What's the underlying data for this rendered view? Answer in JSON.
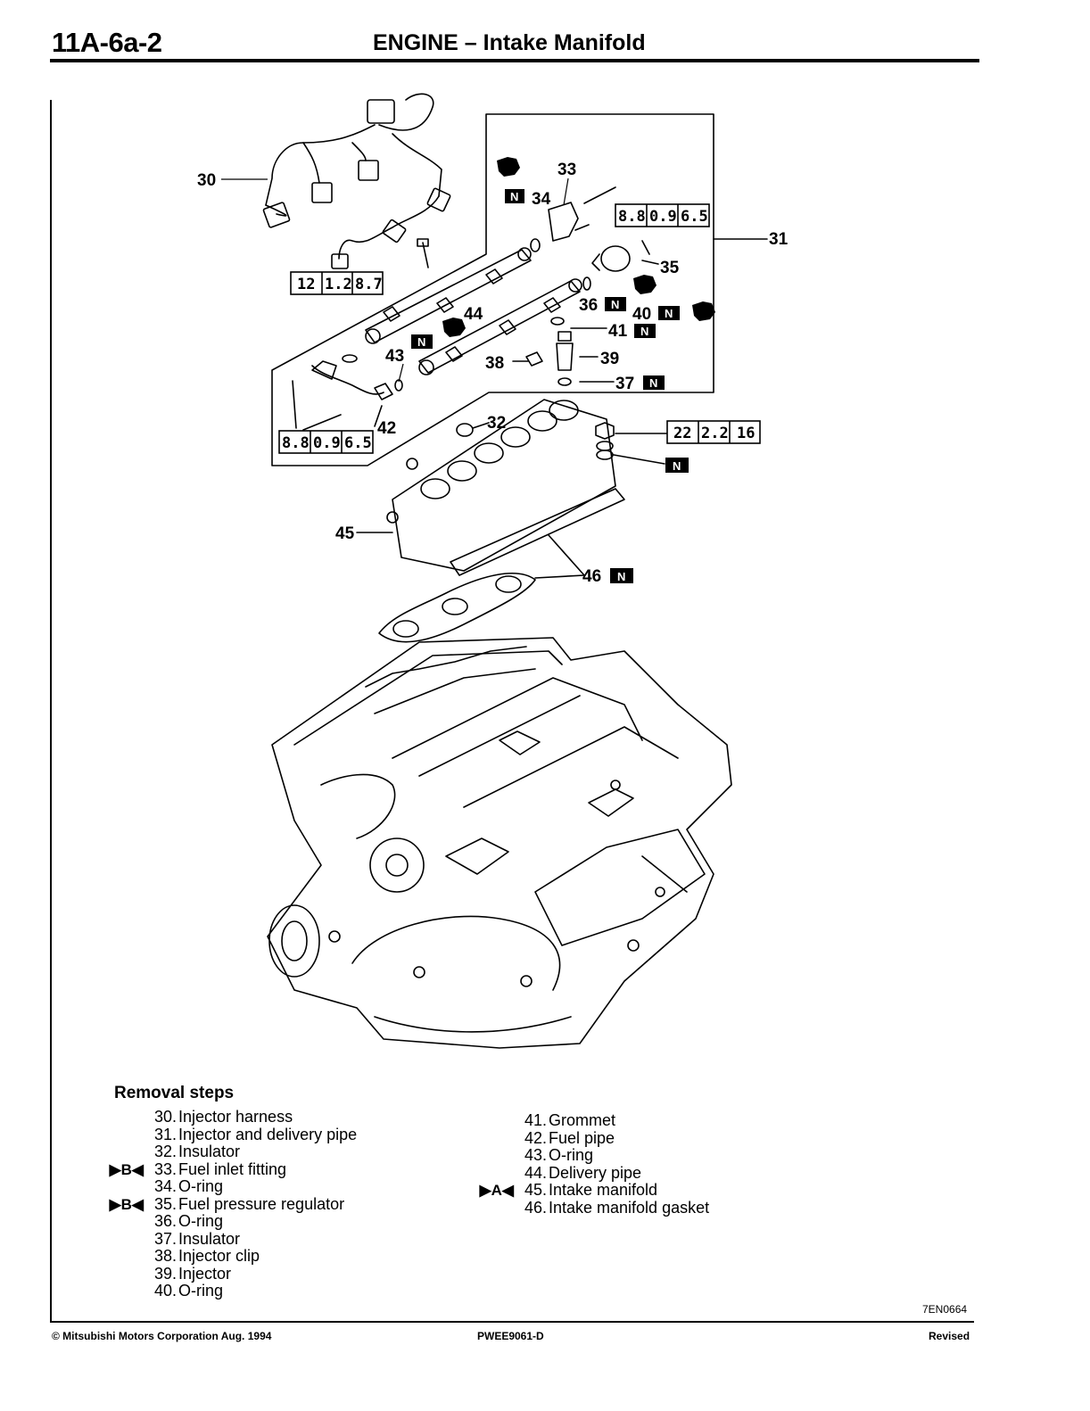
{
  "header": {
    "code": "11A-6a-2",
    "title": "ENGINE – Intake Manifold"
  },
  "diagram": {
    "callouts": [
      "30",
      "31",
      "32",
      "33",
      "34",
      "35",
      "36",
      "37",
      "38",
      "39",
      "40",
      "41",
      "42",
      "43",
      "44",
      "45",
      "46"
    ],
    "torque_specs": [
      {
        "nm": "8.8",
        "kgfm": "0.9",
        "ftlbs": "6.5"
      },
      {
        "nm": "12",
        "kgfm": "1.2",
        "ftlbs": "8.7"
      },
      {
        "nm": "8.8",
        "kgfm": "0.9",
        "ftlbs": "6.5"
      },
      {
        "nm": "22",
        "kgfm": "2.2",
        "ftlbs": "16"
      }
    ],
    "new_part_tag": "N",
    "illustration_code": "7EN0664"
  },
  "removal": {
    "heading": "Removal steps",
    "left": [
      {
        "mark": "",
        "num": "30.",
        "text": "Injector harness"
      },
      {
        "mark": "",
        "num": "31.",
        "text": "Injector and delivery pipe"
      },
      {
        "mark": "",
        "num": "32.",
        "text": "Insulator"
      },
      {
        "mark": "▶B◀",
        "num": "33.",
        "text": "Fuel inlet fitting"
      },
      {
        "mark": "",
        "num": "34.",
        "text": "O-ring"
      },
      {
        "mark": "▶B◀",
        "num": "35.",
        "text": "Fuel pressure regulator"
      },
      {
        "mark": "",
        "num": "36.",
        "text": "O-ring"
      },
      {
        "mark": "",
        "num": "37.",
        "text": "Insulator"
      },
      {
        "mark": "",
        "num": "38.",
        "text": "Injector clip"
      },
      {
        "mark": "",
        "num": "39.",
        "text": "Injector"
      },
      {
        "mark": "",
        "num": "40.",
        "text": "O-ring"
      }
    ],
    "right": [
      {
        "mark": "",
        "num": "41.",
        "text": "Grommet"
      },
      {
        "mark": "",
        "num": "42.",
        "text": "Fuel pipe"
      },
      {
        "mark": "",
        "num": "43.",
        "text": "O-ring"
      },
      {
        "mark": "",
        "num": "44.",
        "text": "Delivery pipe"
      },
      {
        "mark": "▶A◀",
        "num": "45.",
        "text": "Intake manifold"
      },
      {
        "mark": "",
        "num": "46.",
        "text": "Intake manifold gasket"
      }
    ]
  },
  "footer": {
    "copyright": "© Mitsubishi Motors Corporation   Aug. 1994",
    "pub": "PWEE9061-D",
    "status": "Revised"
  }
}
